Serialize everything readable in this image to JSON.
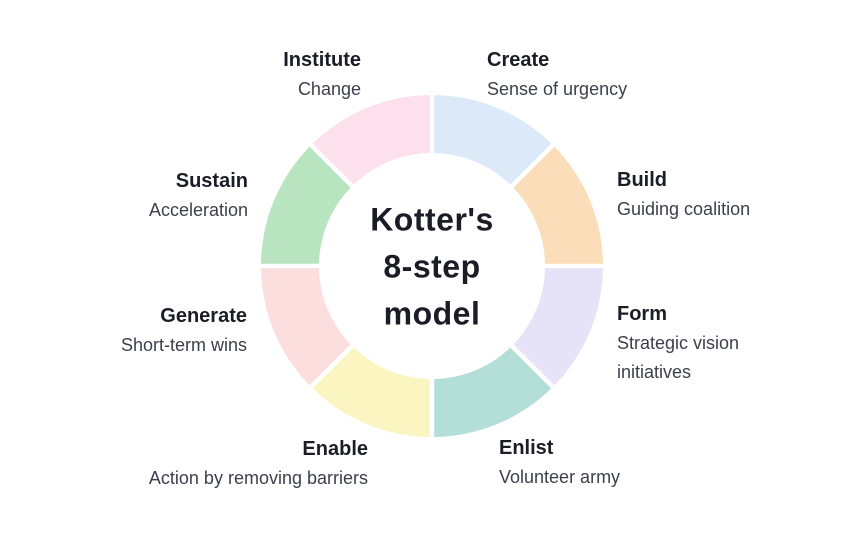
{
  "theme": {
    "background": "#ffffff",
    "label_color": "#1b1c26",
    "sublabel_color": "#3d404b",
    "divider_color": "#ffffff"
  },
  "chart_data": {
    "type": "pie",
    "subtype": "donut",
    "title": "Kotter's 8-step model",
    "title_lines": [
      "Kotter's",
      "8-step",
      "model"
    ],
    "start_angle_deg": -90,
    "direction": "clockwise",
    "legend_position": "around",
    "values_equal": true,
    "segments": [
      {
        "name": "create",
        "label": "Create",
        "sublabel": "Sense of urgency",
        "value": 1,
        "color": "#dce9f8"
      },
      {
        "name": "build",
        "label": "Build",
        "sublabel": "Guiding coalition",
        "value": 1,
        "color": "#fbdeb9"
      },
      {
        "name": "form",
        "label": "Form",
        "sublabel": "Strategic vision initiatives",
        "value": 1,
        "color": "#e6e2f8"
      },
      {
        "name": "enlist",
        "label": "Enlist",
        "sublabel": "Volunteer army",
        "value": 1,
        "color": "#b4dfd9"
      },
      {
        "name": "enable",
        "label": "Enable",
        "sublabel": "Action by removing barriers",
        "value": 1,
        "color": "#fbf5c1"
      },
      {
        "name": "generate",
        "label": "Generate",
        "sublabel": "Short-term wins",
        "value": 1,
        "color": "#fcdede"
      },
      {
        "name": "sustain",
        "label": "Sustain",
        "sublabel": "Acceleration",
        "value": 1,
        "color": "#b8e4c0"
      },
      {
        "name": "institute",
        "label": "Institute",
        "sublabel": "Change",
        "value": 1,
        "color": "#fce0ec"
      }
    ]
  }
}
